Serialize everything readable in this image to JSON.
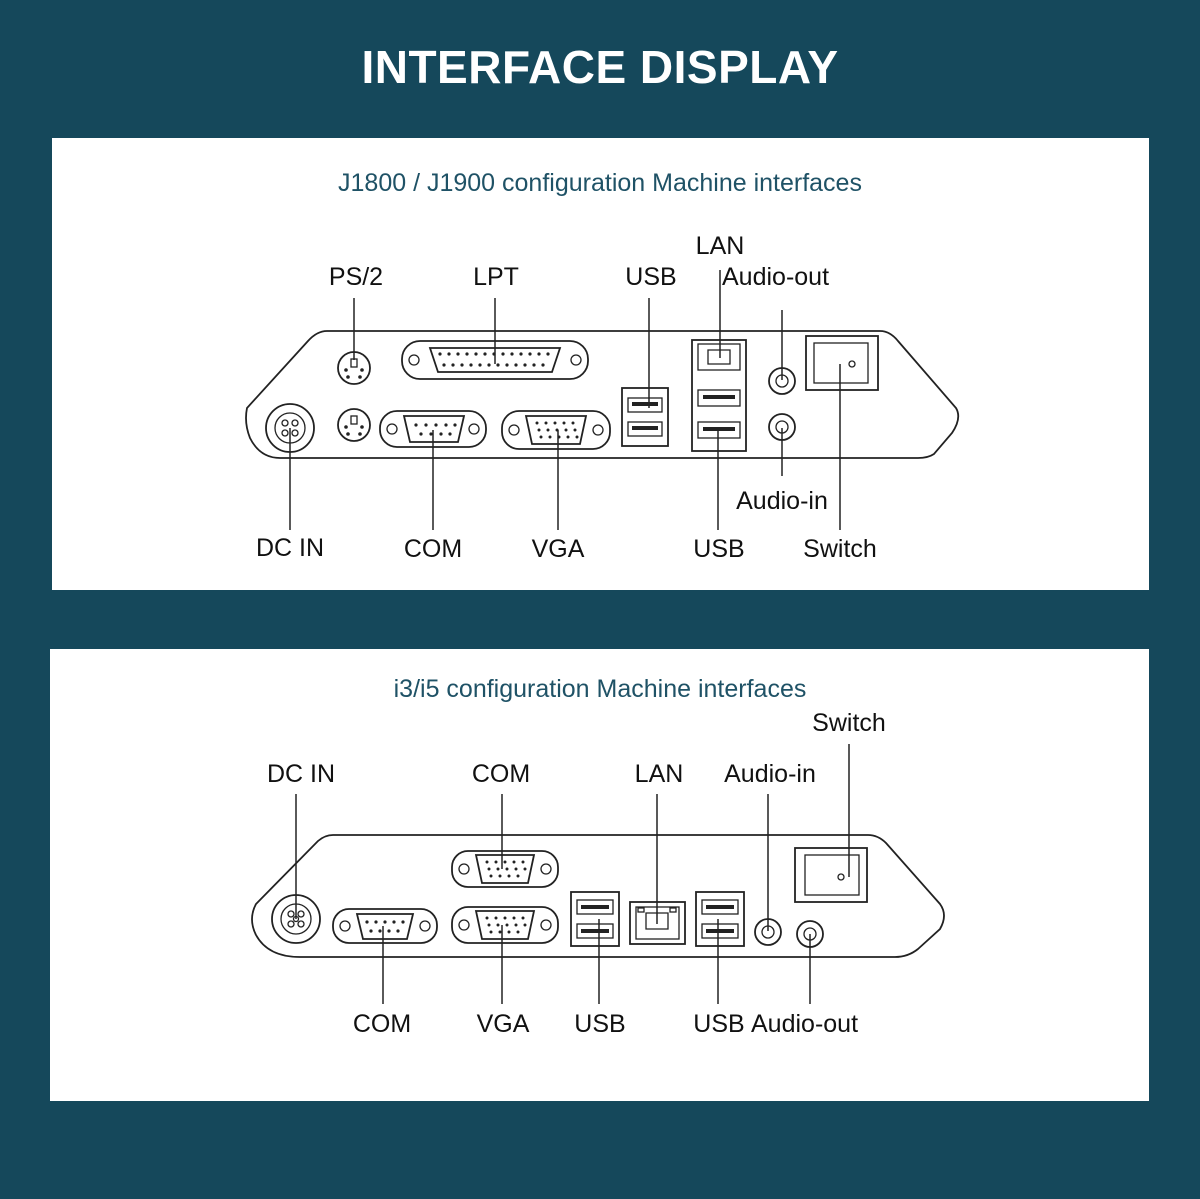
{
  "title": "INTERFACE DISPLAY",
  "panel1": {
    "subtitle": "J1800 / J1900 configuration  Machine interfaces",
    "labels": {
      "ps2": "PS/2",
      "lpt": "LPT",
      "usb_top": "USB",
      "lan": "LAN",
      "audio_out": "Audio-out",
      "dc_in": "DC IN",
      "com": "COM",
      "vga": "VGA",
      "usb_bottom": "USB",
      "audio_in": "Audio-in",
      "switch": "Switch"
    }
  },
  "panel2": {
    "subtitle": "i3/i5 configuration  Machine interfaces",
    "labels": {
      "switch": "Switch",
      "dc_in": "DC IN",
      "com_top": "COM",
      "lan": "LAN",
      "audio_in": "Audio-in",
      "com_bottom": "COM",
      "vga": "VGA",
      "usb_left": "USB",
      "usb_right": "USB",
      "audio_out": "Audio-out"
    }
  },
  "colors": {
    "background": "#15485b",
    "panel": "#ffffff",
    "subtitle": "#1f5266",
    "title": "#ffffff"
  }
}
